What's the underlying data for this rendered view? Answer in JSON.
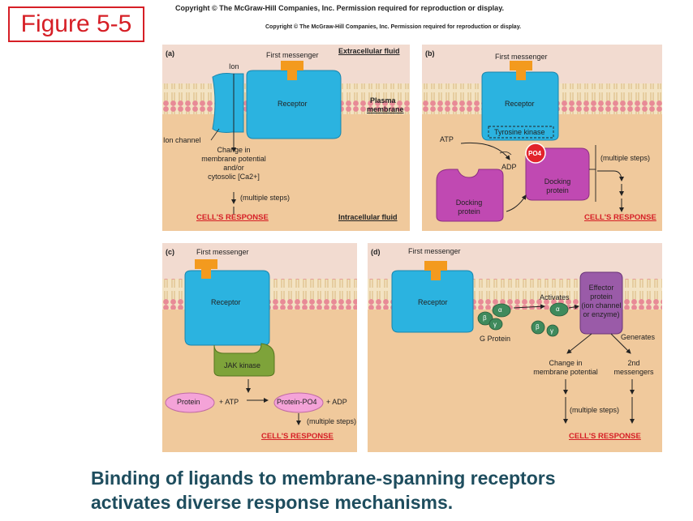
{
  "figure_label": "Figure 5-5",
  "copyright_top": "Copyright © The McGraw-Hill Companies, Inc. Permission required for reproduction or display.",
  "copyright_inner": "Copyright © The McGraw-Hill Companies, Inc. Permission required for reproduction or display.",
  "caption_line1": "Binding of ligands to membrane-spanning receptors",
  "caption_line2": "activates diverse response mechanisms.",
  "colors": {
    "receptor": "#2bb3e0",
    "messenger": "#f39a1e",
    "extracellular": "#f2dbd0",
    "intracellular": "#f0c99c",
    "membrane_head": "#e88a96",
    "docking": "#c049b2",
    "jak": "#7ea33a",
    "protein": "#f4a3d8",
    "gprotein": "#3f8a5c",
    "effector": "#9a5ba8",
    "response_red": "#d61f26"
  },
  "panel_a": {
    "letter": "(a)",
    "first_messenger": "First messenger",
    "extracellular": "Extracellular fluid",
    "ion": "Ion",
    "receptor": "Receptor",
    "plasma": "Plasma",
    "membrane": "membrane",
    "ion_channel": "Ion channel",
    "change_1": "Change in",
    "change_2": "membrane potential",
    "change_3": "and/or",
    "change_4": "cytosolic [Ca2+]",
    "steps": "(multiple steps)",
    "response": "CELL'S RESPONSE",
    "intracellular": "Intracellular fluid"
  },
  "panel_b": {
    "letter": "(b)",
    "first_messenger": "First messenger",
    "receptor": "Receptor",
    "tyrosine": "Tyrosine kinase",
    "atp": "ATP",
    "adp": "ADP",
    "po4": "PO4",
    "docking_1": "Docking",
    "docking_2": "protein",
    "steps": "(multiple steps)",
    "response": "CELL'S RESPONSE"
  },
  "panel_c": {
    "letter": "(c)",
    "first_messenger": "First messenger",
    "receptor": "Receptor",
    "jak": "JAK kinase",
    "protein": "Protein",
    "plus_atp": "+ ATP",
    "protein_po4": "Protein-PO4",
    "plus_adp": "+ ADP",
    "steps": "(multiple steps)",
    "response": "CELL'S RESPONSE"
  },
  "panel_d": {
    "letter": "(d)",
    "first_messenger": "First messenger",
    "receptor": "Receptor",
    "activates": "Activates",
    "effector_1": "Effector",
    "effector_2": "protein",
    "effector_3": "(ion channel",
    "effector_4": "or enzyme)",
    "g_protein": "G Protein",
    "generates": "Generates",
    "change_1": "Change in",
    "change_2": "membrane potential",
    "second_1": "2nd",
    "second_2": "messengers",
    "steps": "(multiple steps)",
    "response": "CELL'S RESPONSE",
    "alpha": "α",
    "beta": "β",
    "gamma": "γ"
  }
}
